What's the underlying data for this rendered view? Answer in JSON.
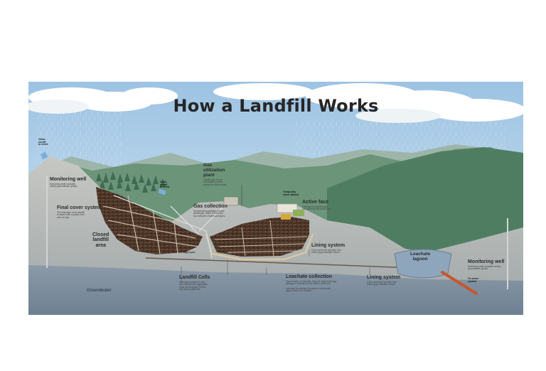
{
  "title": "How a Landfill Works",
  "labels": {
    "clean_runoff_left": "Clean\nrunoff\nto creek",
    "monitoring_well_left": "Monitoring well",
    "monitoring_well_left_desc": "Monitoring wells evaluate\nnearby groundwater quality.",
    "gas_plant": "Gas\nutilization\nplant",
    "gas_plant_desc": "Landfill gas can be\nconverted to useful\nenergy for local homes.",
    "clean_runoff_mid": "Clean\nrunoff\nto creek",
    "temp_cover": "Temporary\ncover (tarps)",
    "active_face": "Active face",
    "active_face_desc": "Garbage is unloaded and\ncompacted at the active face.",
    "final_cover": "Final cover system",
    "final_cover_desc": "The final layer of the landfill\nis sealed with a plastic liner\nand soil cap.",
    "gas_collection": "Gas collection",
    "gas_collection_desc": "Decomposing garbage creates\nlandfill gas, which is collected\nby a network of wells and pipes.",
    "closed_area": "Closed\nlandfill\narea",
    "lining_system_mid": "Lining system",
    "lining_system_mid_desc": "A liner prevents leachate from\nentering groundwater below.",
    "aggregate": "Aggregate",
    "leachate_lagoon": "Leachate\nlagoon",
    "monitoring_well_right": "Monitoring well",
    "monitoring_well_right_desc": "Monitoring wells evaluate nearby\ngroundwater quality.",
    "landfill_cells": "Landfill Cells",
    "landfill_cells_desc": "Garbage is placed in cells\nand covered with aggregate.\nCells are arranged in rows\nand layers called lifts.",
    "leachate_collection": "Leachate collection",
    "leachate_collection_desc": "Liquid waste, or leachate, that has seeped through\ngarbage is collected at the bottom of the cell.\n\nLeachate is conveyed by pipes to a leachate\nlagoon where it is treated.",
    "lining_system_right": "Lining system",
    "lining_system_right_desc": "A liner prevents leachate from\nentering groundwater below.",
    "to_sewer": "To sewer\nsystem",
    "groundwater": "Groundwater"
  },
  "colors": {
    "sky": "#a9cbe6",
    "mountain_far": "#8fae9f",
    "mountain_near": "#5e8c72",
    "ground": "#b5b9b6",
    "cells": "#4a3628",
    "groundwater": "#7d8e9e",
    "leachate": "#8fa6ba",
    "pipe": "#c8562c"
  }
}
